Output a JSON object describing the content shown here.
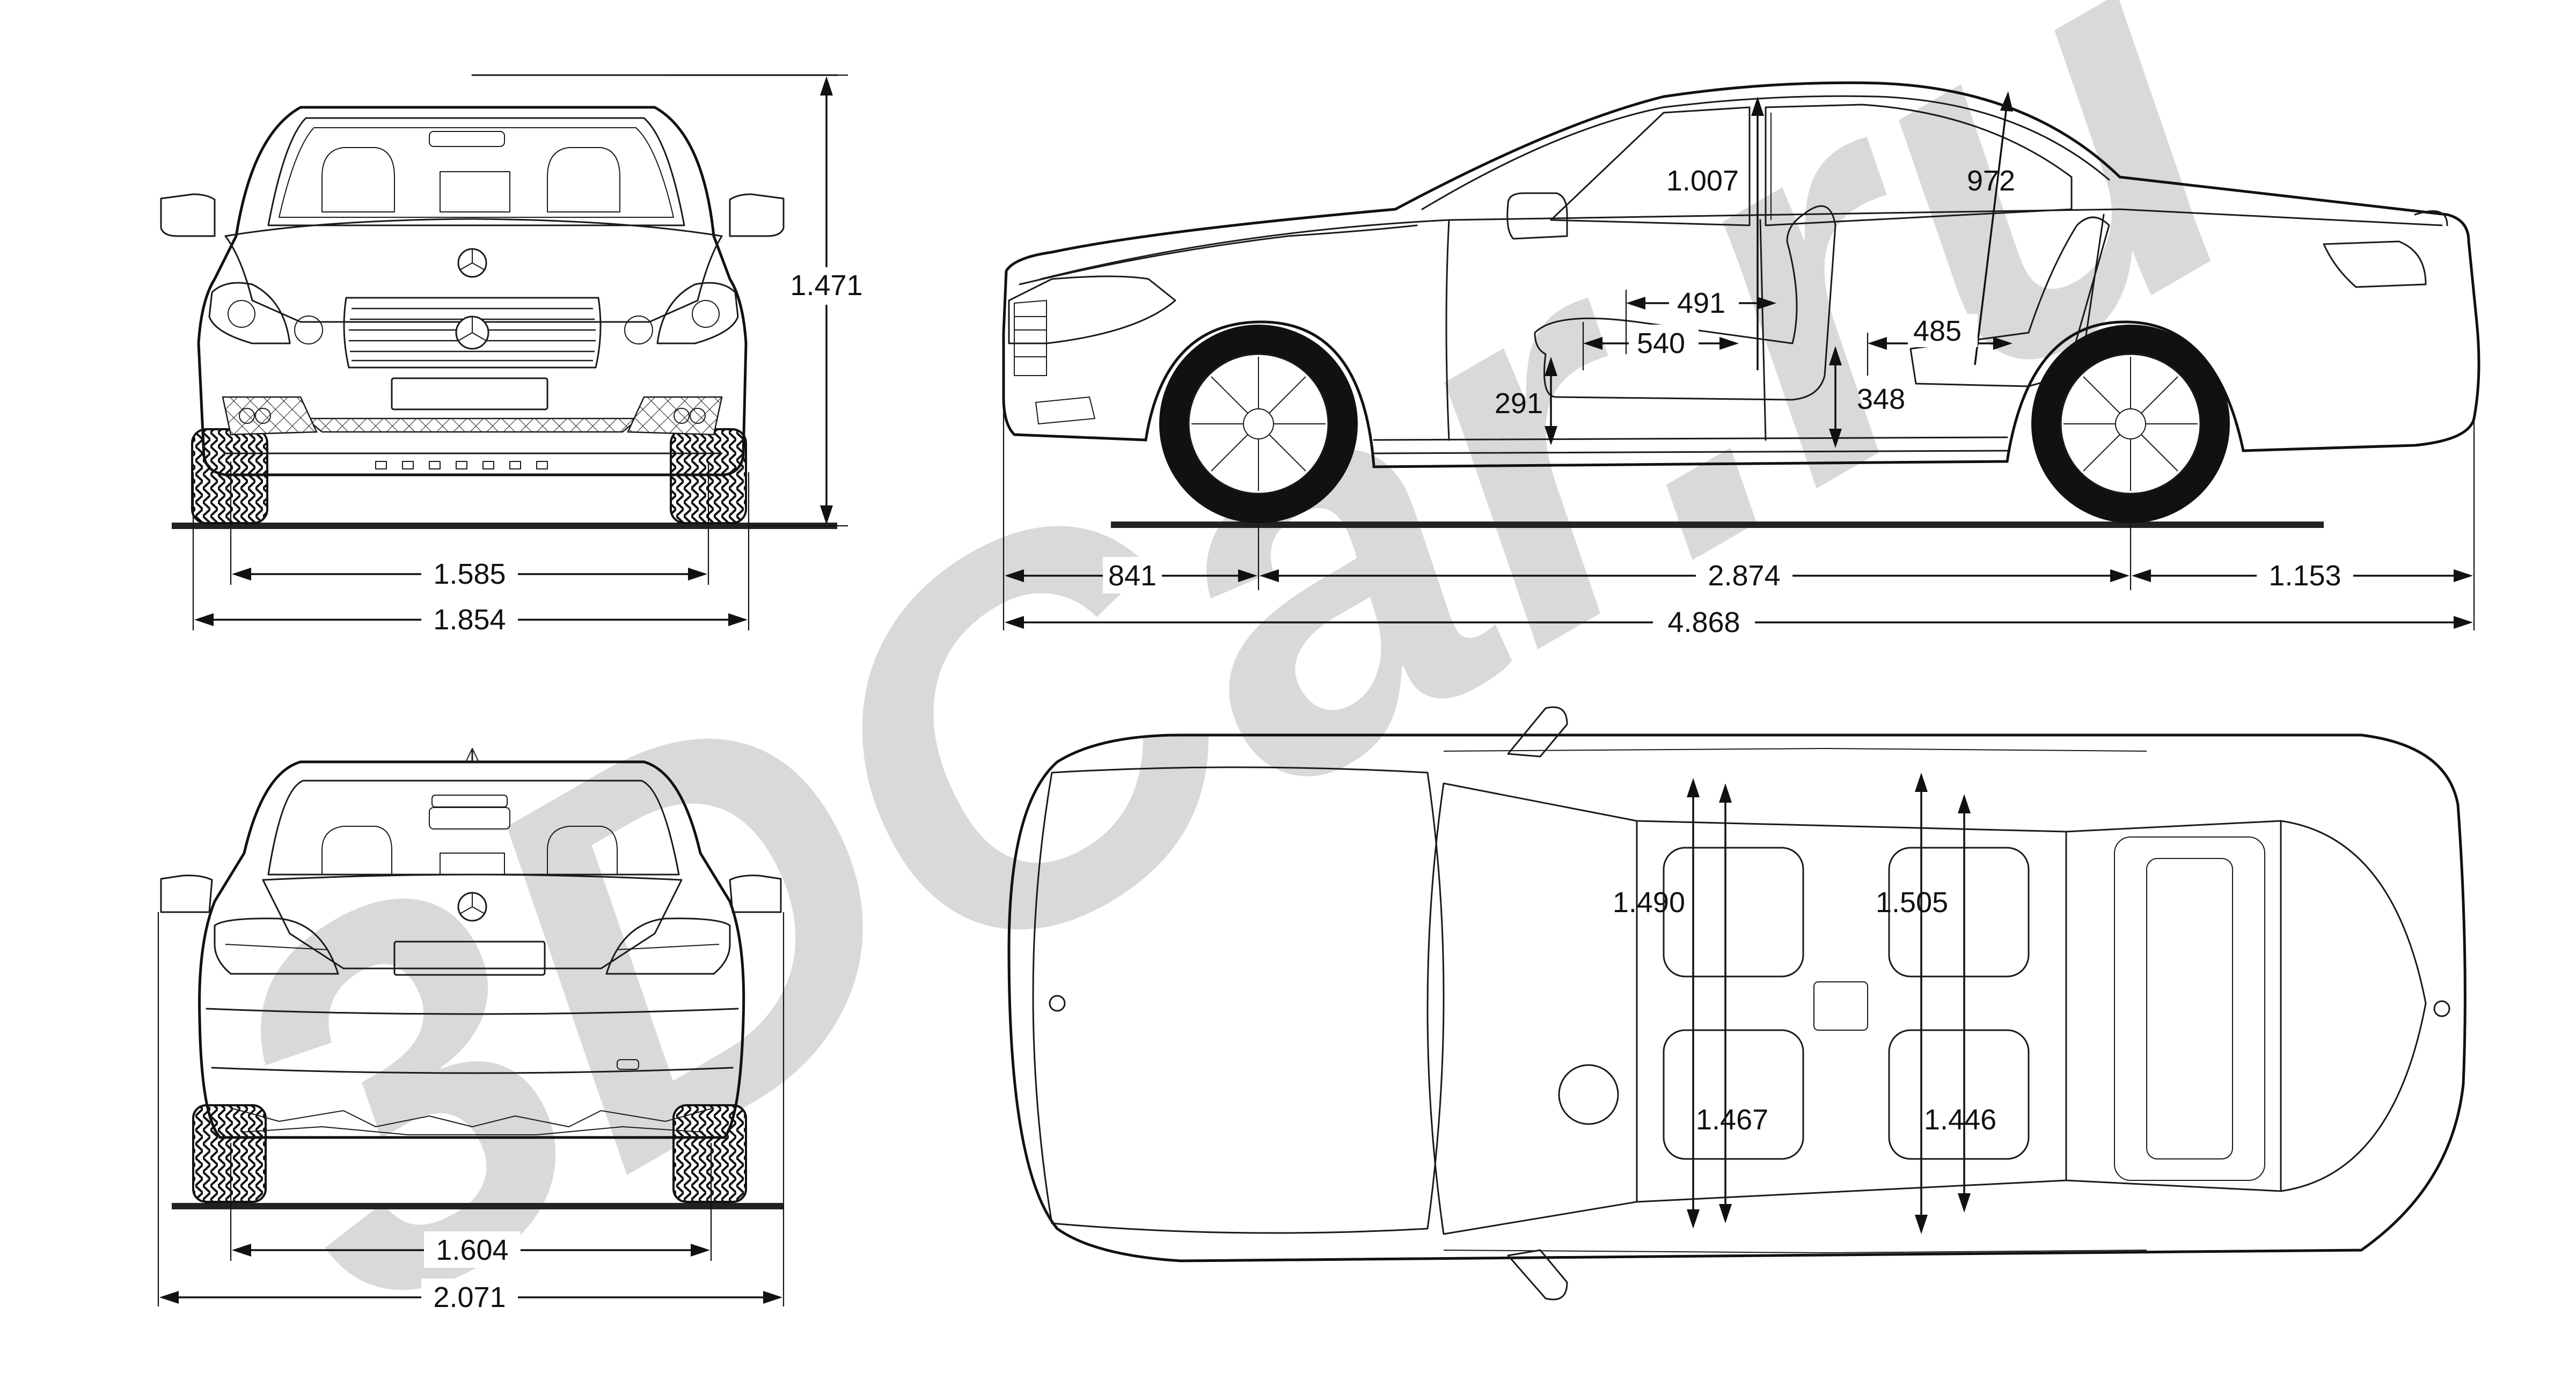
{
  "watermark": "3DCar.ru",
  "colors": {
    "line": "#1a1a1a",
    "watermark": "#cfcfcf",
    "background": "#ffffff"
  },
  "dimensions": {
    "front_height": "1.471",
    "front_track": "1.585",
    "front_overall_width": "1.854",
    "rear_track": "1.604",
    "rear_width_with_mirrors": "2.071",
    "front_overhang": "841",
    "wheelbase": "2.874",
    "rear_overhang": "1.153",
    "overall_length": "4.868",
    "front_headroom": "1.007",
    "rear_headroom": "972",
    "front_seat_depth": "491",
    "front_legroom": "540",
    "front_seat_height": "291",
    "rear_seat_height": "348",
    "rear_seat_depth": "485",
    "front_shoulder_width": "1.490",
    "rear_shoulder_width": "1.505",
    "front_hip_width": "1.467",
    "rear_hip_width": "1.446"
  }
}
